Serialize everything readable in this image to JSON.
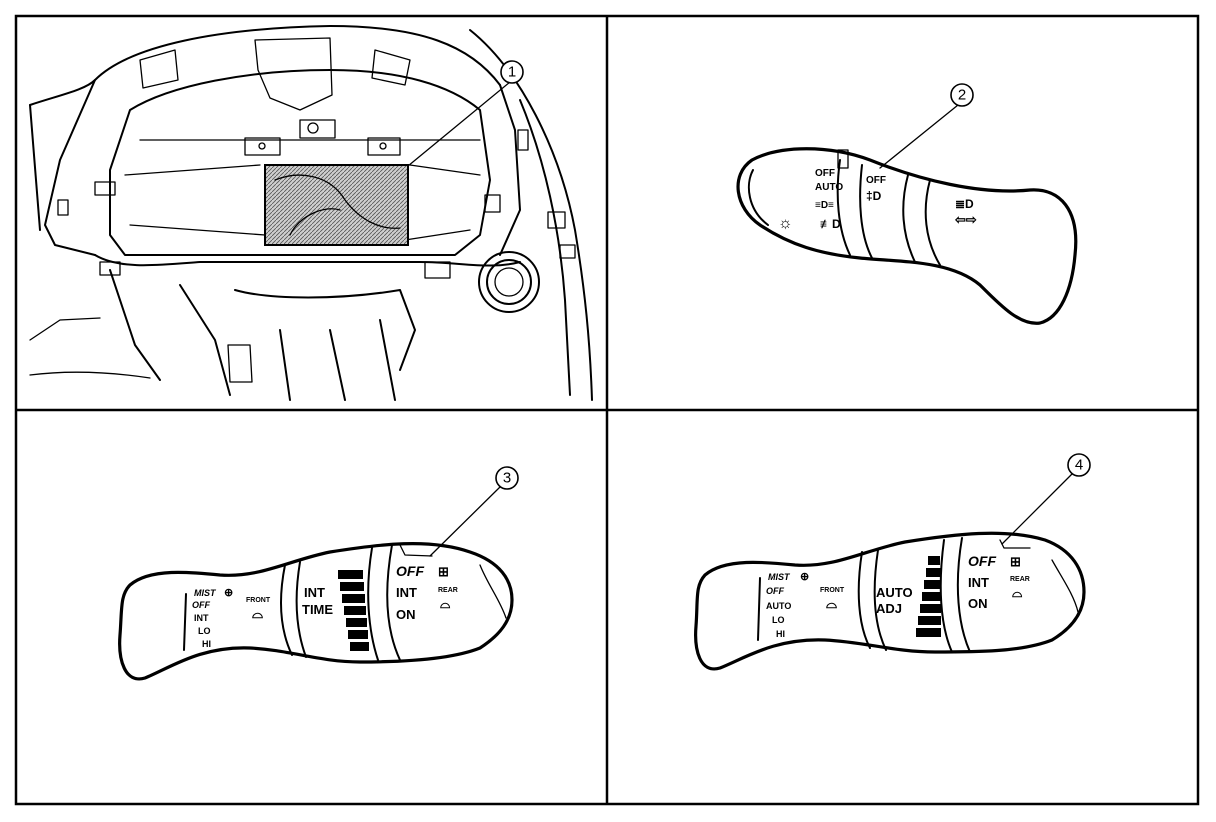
{
  "callouts": [
    "1",
    "2",
    "3",
    "4"
  ],
  "lamp_switch": {
    "headlamp_positions": [
      "OFF",
      "AUTO"
    ],
    "fog_positions": [
      "OFF"
    ]
  },
  "wiper_switch_int_time": {
    "front_positions": [
      "MIST",
      "OFF",
      "INT",
      "LO",
      "HI"
    ],
    "front_label": "FRONT",
    "ring_labels": [
      "INT",
      "TIME"
    ],
    "rear_positions": [
      "OFF",
      "INT",
      "ON"
    ],
    "rear_label": "REAR"
  },
  "wiper_switch_auto_adj": {
    "front_positions": [
      "MIST",
      "OFF",
      "AUTO",
      "LO",
      "HI"
    ],
    "front_label": "FRONT",
    "ring_labels": [
      "AUTO",
      "ADJ"
    ],
    "rear_positions": [
      "OFF",
      "INT",
      "ON"
    ],
    "rear_label": "REAR"
  }
}
